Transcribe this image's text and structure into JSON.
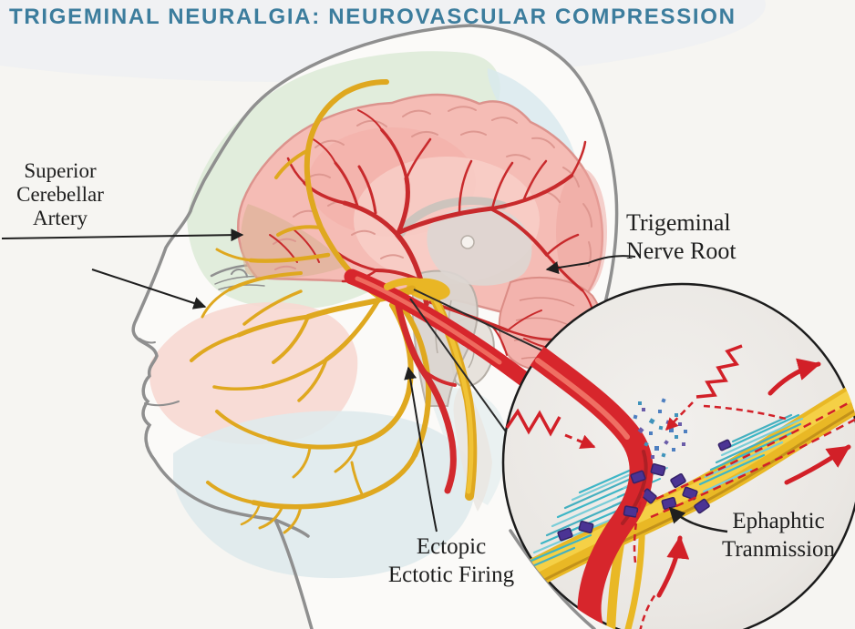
{
  "title": "TRIGEMINAL NEURALGIA: NEUROVASCULAR COMPRESSION",
  "labels": {
    "superior_cerebellar_artery": {
      "lines": [
        "Superior",
        "Cerebellar",
        "Artery"
      ]
    },
    "trigeminal_nerve_root": {
      "lines": [
        "Trigeminal",
        "Nerve Root"
      ]
    },
    "ectopic_firing": {
      "lines": [
        "Ectopic",
        "Ectotic Firing"
      ]
    },
    "ephaptic_transmission": {
      "lines": [
        "Ephaphtic",
        "Tranmission"
      ]
    }
  },
  "colors": {
    "title_text": "#3C7D9D",
    "label_text": "#1E1E1E",
    "artery_red": "#D7262C",
    "nerve_yellow": "#E9B825",
    "demyelination_cyan": "#3DB6C6",
    "ion_channel_purple": "#4B3494",
    "v1_region_green": "#DCEAD7",
    "v2_region_pink": "#F7D8D2",
    "v3_region_blue": "#DFEAEC",
    "background": "#F6F5F2"
  }
}
